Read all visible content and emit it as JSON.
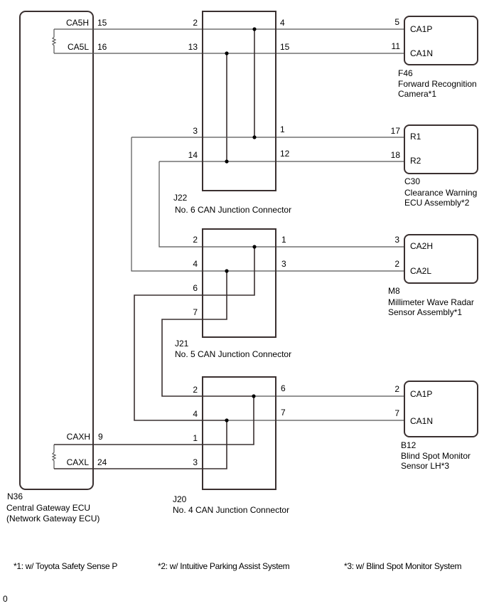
{
  "components": {
    "n36": {
      "code": "N36",
      "name_line1": "Central Gateway ECU",
      "name_line2": "(Network Gateway ECU)",
      "pins": [
        {
          "label": "CA5H",
          "pin": "15"
        },
        {
          "label": "CA5L",
          "pin": "16"
        },
        {
          "label": "CAXH",
          "pin": "9"
        },
        {
          "label": "CAXL",
          "pin": "24"
        }
      ]
    },
    "j22": {
      "code": "J22",
      "name": "No. 6 CAN Junction Connector",
      "left_pins": [
        "2",
        "13",
        "3",
        "14"
      ],
      "right_pins": [
        "4",
        "15",
        "1",
        "12"
      ]
    },
    "j21": {
      "code": "J21",
      "name": "No. 5 CAN Junction Connector",
      "left_pins": [
        "2",
        "4",
        "6",
        "7"
      ],
      "right_pins": [
        "1",
        "3"
      ]
    },
    "j20": {
      "code": "J20",
      "name": "No. 4 CAN Junction Connector",
      "left_pins": [
        "2",
        "4",
        "1",
        "3"
      ],
      "right_pins": [
        "6",
        "7"
      ]
    },
    "f46": {
      "code": "F46",
      "name_line1": "Forward Recognition",
      "name_line2": "Camera*1",
      "pins": [
        {
          "label": "CA1P",
          "pin": "5"
        },
        {
          "label": "CA1N",
          "pin": "11"
        }
      ]
    },
    "c30": {
      "code": "C30",
      "name_line1": "Clearance Warning",
      "name_line2": "ECU Assembly*2",
      "pins": [
        {
          "label": "R1",
          "pin": "17"
        },
        {
          "label": "R2",
          "pin": "18"
        }
      ]
    },
    "m8": {
      "code": "M8",
      "name_line1": "Millimeter Wave Radar",
      "name_line2": "Sensor Assembly*1",
      "pins": [
        {
          "label": "CA2H",
          "pin": "3"
        },
        {
          "label": "CA2L",
          "pin": "2"
        }
      ]
    },
    "b12": {
      "code": "B12",
      "name_line1": "Blind Spot Monitor",
      "name_line2": "Sensor LH*3",
      "pins": [
        {
          "label": "CA1P",
          "pin": "2"
        },
        {
          "label": "CA1N",
          "pin": "7"
        }
      ]
    }
  },
  "footnotes": [
    "*1: w/ Toyota Safety Sense P",
    "*2: w/ Intuitive Parking Assist System",
    "*3: w/ Blind Spot Monitor System"
  ],
  "page_marker": "0"
}
